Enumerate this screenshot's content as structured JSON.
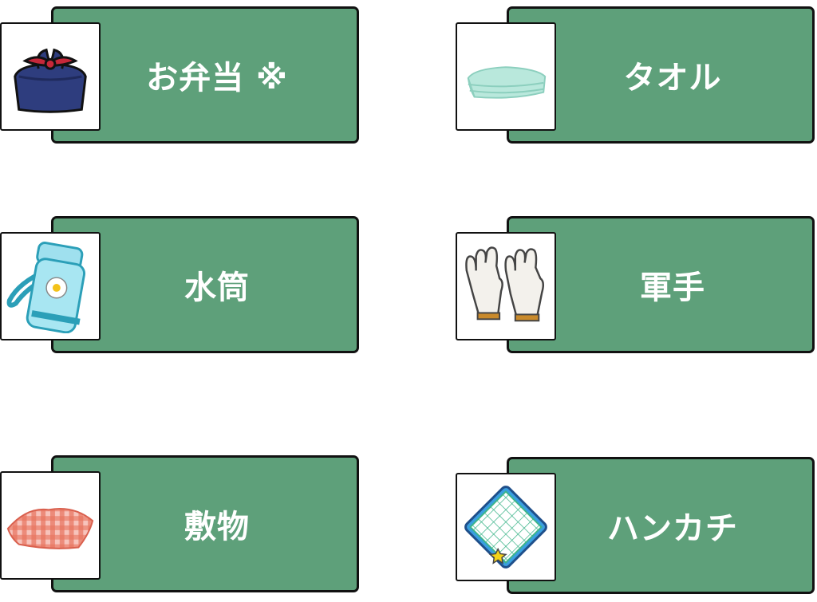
{
  "items": [
    {
      "label": "お弁当 ※",
      "icon": "bento-box-icon"
    },
    {
      "label": "タオル",
      "icon": "towel-icon"
    },
    {
      "label": "水筒",
      "icon": "water-bottle-icon"
    },
    {
      "label": "軍手",
      "icon": "work-gloves-icon"
    },
    {
      "label": "敷物",
      "icon": "picnic-mat-icon"
    },
    {
      "label": "ハンカチ",
      "icon": "handkerchief-icon"
    }
  ],
  "colors": {
    "card_green": "#5ea07a",
    "border": "#111111",
    "text": "#ffffff"
  }
}
